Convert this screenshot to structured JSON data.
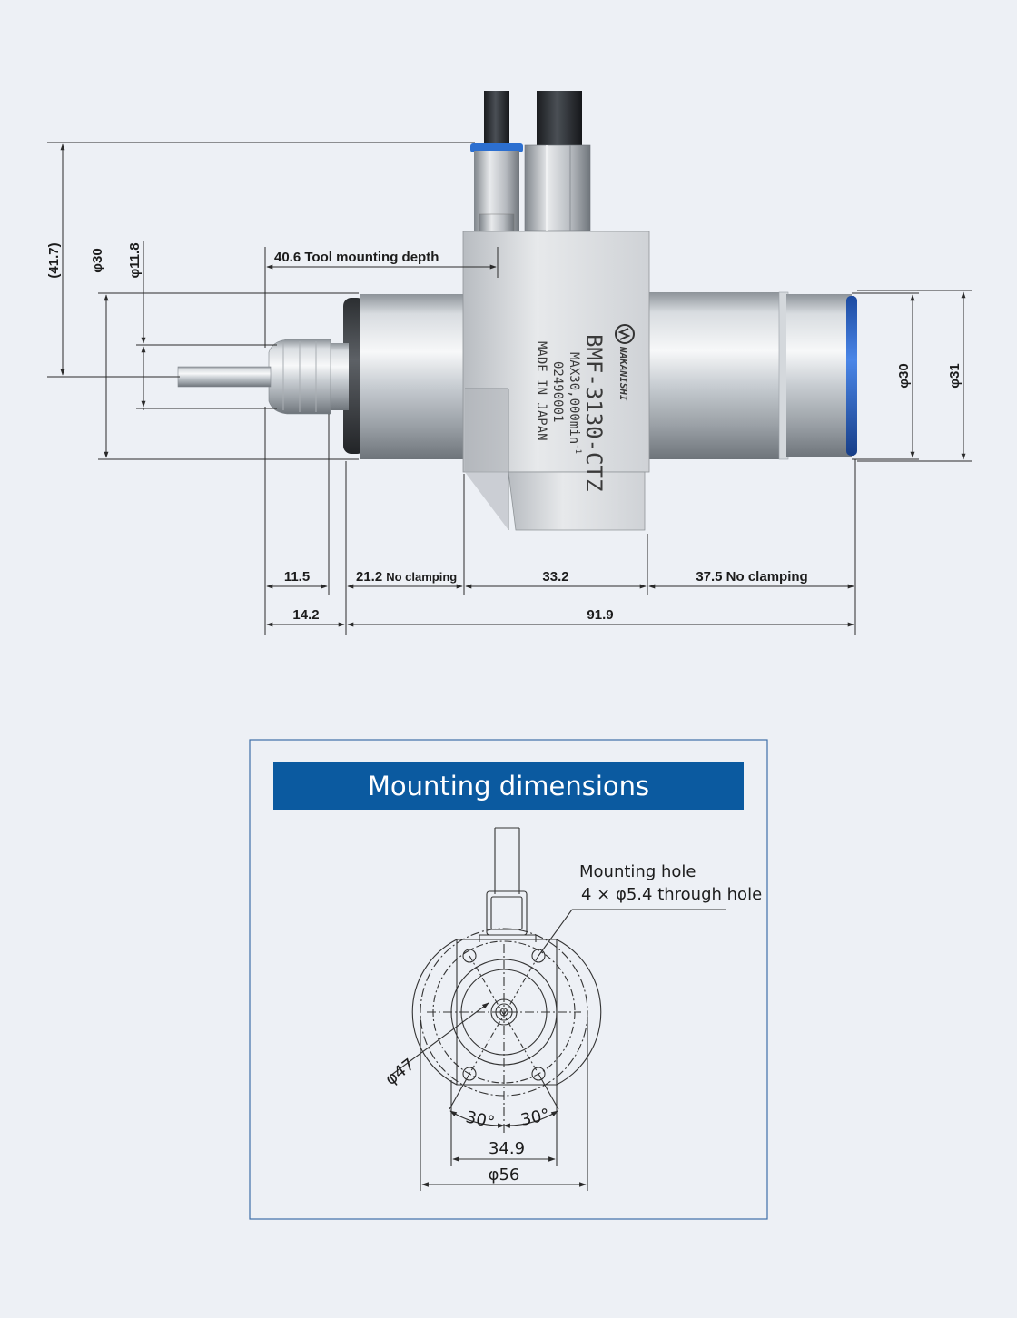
{
  "side_view": {
    "tool_mounting_depth": "40.6  Tool mounting depth",
    "dim_41_7": "(41.7)",
    "dim_phi30_left": "φ30",
    "dim_phi11_8": "φ11.8",
    "dim_phi30_right": "φ30",
    "dim_phi31": "φ31",
    "dim_11_5": "11.5",
    "dim_21_2": "21.2",
    "dim_21_2_note": "No clamping",
    "dim_33_2": "33.2",
    "dim_37_5": "37.5  No clamping",
    "dim_14_2": "14.2",
    "dim_91_9": "91.9"
  },
  "engraving": {
    "brand": "NAKANISHI",
    "model": "BMF-3130-CTZ",
    "speed": "MAX30,000min",
    "speed_unit": "-1",
    "serial": "02490001",
    "origin": "MADE IN JAPAN"
  },
  "mounting": {
    "title": "Mounting dimensions",
    "hole_label": "Mounting hole",
    "hole_spec": "4 × φ5.4 through hole",
    "dim_phi47": "φ47",
    "angle_left": "30°",
    "angle_right": "30°",
    "dim_34_9": "34.9",
    "dim_phi56": "φ56"
  },
  "colors": {
    "background": "#edf0f5",
    "title_bar": "#0b5aa0",
    "frame_border": "#3f6fa8",
    "blue_ring": "#2a62c8"
  }
}
